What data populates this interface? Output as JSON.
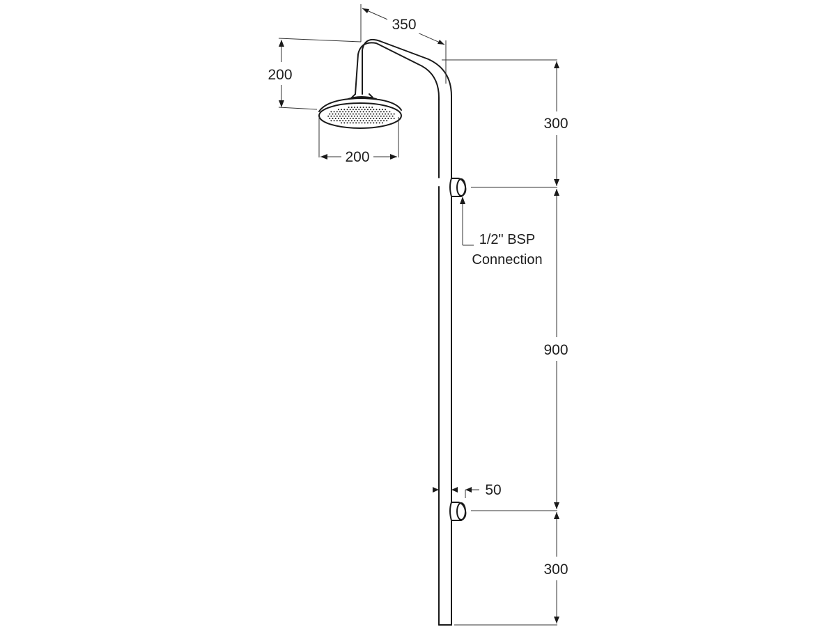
{
  "diagram": {
    "dimensions": {
      "arm_projection": "350",
      "arm_drop": "200",
      "head_diameter": "200",
      "top_to_upper_connection": "300",
      "connection_spacing": "900",
      "lower_connection_to_base": "300",
      "connector_offset": "50"
    },
    "callout": {
      "line1": "1/2\" BSP",
      "line2": "Connection"
    }
  },
  "colors": {
    "line": "#1a1a1a",
    "background": "#ffffff"
  }
}
